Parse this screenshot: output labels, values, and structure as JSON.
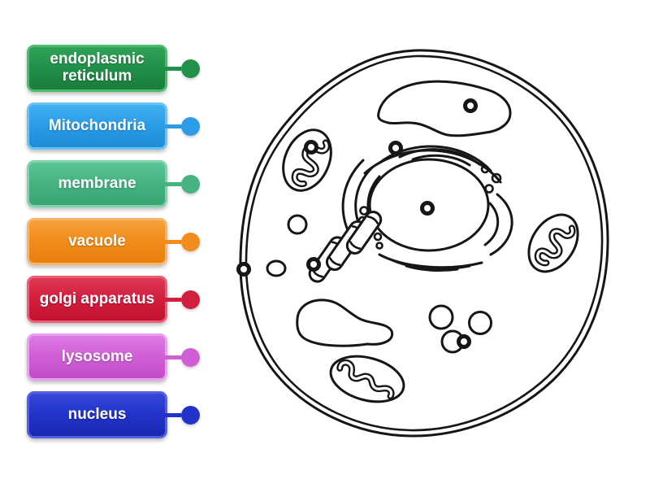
{
  "background": "#ffffff",
  "labels": {
    "items": [
      {
        "text": "endoplasmic reticulum",
        "fill": "#21914a",
        "top": "#2fa257",
        "bottom": "#1a7c3b",
        "border": "#4cbb6e"
      },
      {
        "text": "Mitochondria",
        "fill": "#2b9ce5",
        "top": "#41aef0",
        "bottom": "#1f8cd8",
        "border": "#66c3f4"
      },
      {
        "text": "membrane",
        "fill": "#46b381",
        "top": "#5ac497",
        "bottom": "#3aa473",
        "border": "#7dd3ab"
      },
      {
        "text": "vacuole",
        "fill": "#f28c1c",
        "top": "#f6a13b",
        "bottom": "#e87f10",
        "border": "#f8b468"
      },
      {
        "text": "golgi apparatus",
        "fill": "#d31f3e",
        "top": "#de3854",
        "bottom": "#c01330",
        "border": "#ea6076"
      },
      {
        "text": "lysosome",
        "fill": "#d05fd6",
        "top": "#dd79e2",
        "bottom": "#c14cc8",
        "border": "#e9a0ee"
      },
      {
        "text": "nucleus",
        "fill": "#2233cb",
        "top": "#3748d8",
        "bottom": "#1a27b0",
        "border": "#5260e2"
      }
    ]
  },
  "diagram": {
    "description": "black-and-white line drawing of an animal cell with seven hollow ring drop-target pins",
    "stroke": "#161616",
    "pin_count": 7,
    "organelle_shapes": [
      "cell-membrane",
      "nucleus",
      "endoplasmic-reticulum",
      "mitochondrion-top-left",
      "mitochondrion-right",
      "mitochondrion-bottom",
      "golgi-apparatus",
      "vacuole-top",
      "vacuole-bottom",
      "vesicles",
      "ribosome-dots"
    ]
  }
}
